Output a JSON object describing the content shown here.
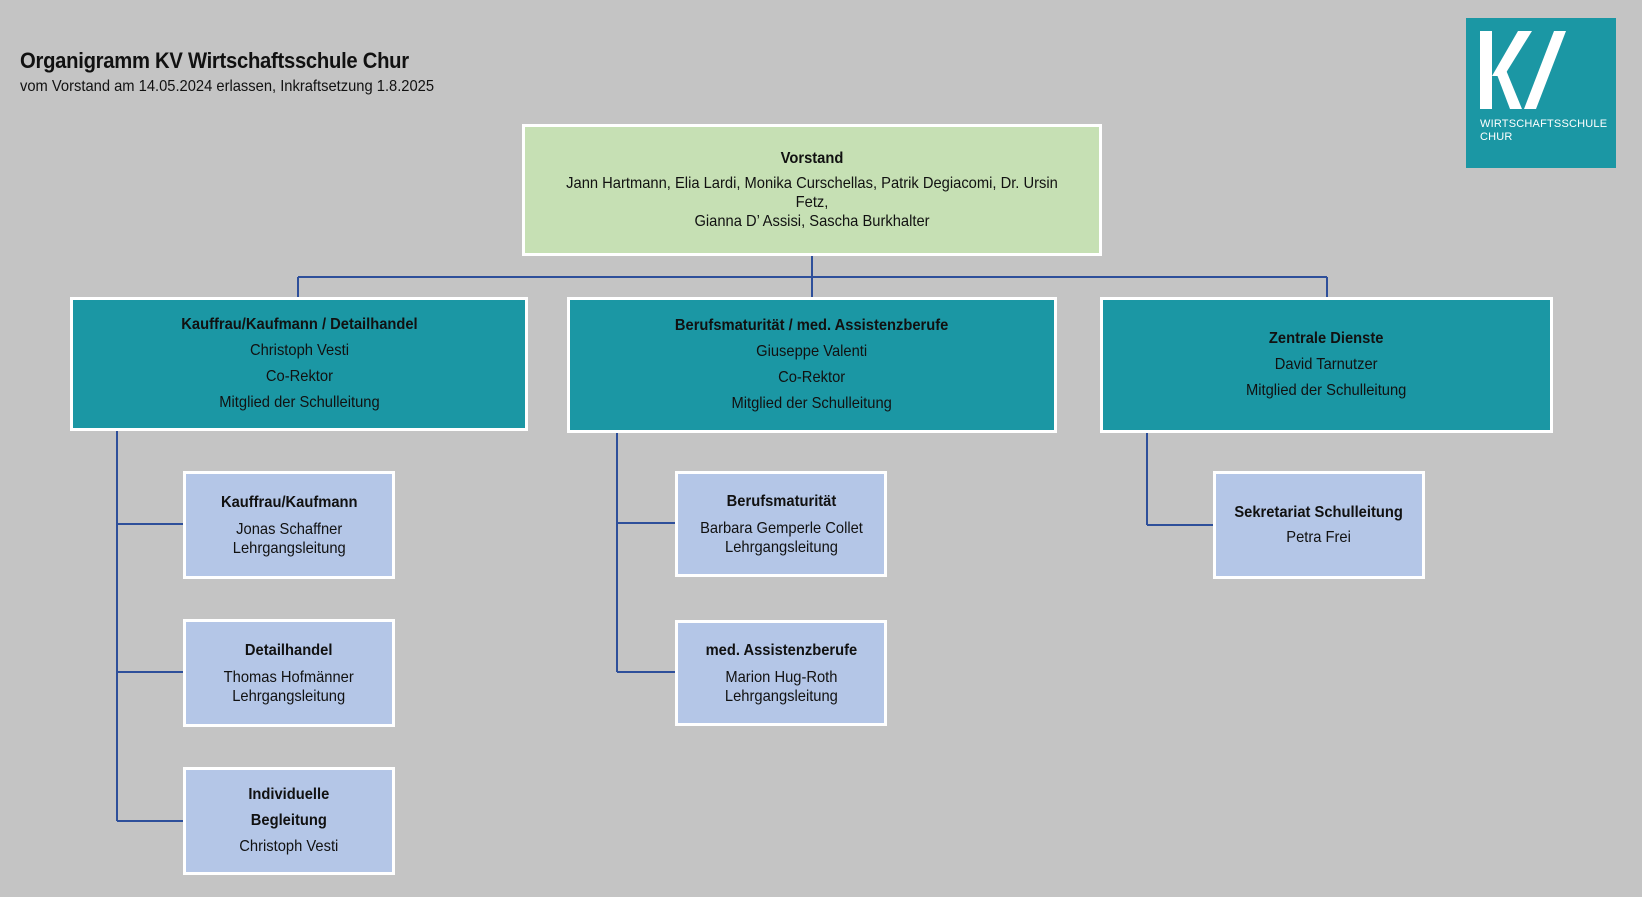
{
  "header": {
    "title": "Organigramm KV Wirtschaftsschule Chur",
    "subtitle": "vom Vorstand am 14.05.2024 erlassen, Inkraftsetzung 1.8.2025"
  },
  "logo": {
    "letters": "KV",
    "line1": "WIRTSCHAFTSSCHULE",
    "line2": "CHUR"
  },
  "colors": {
    "background": "#c4c4c4",
    "board": "#c6e0b4",
    "department": "#1b97a4",
    "unit": "#b4c6e7",
    "connector": "#2e4f9a"
  },
  "board": {
    "title": "Vorstand",
    "members_line1": "Jann Hartmann, Elia Lardi, Monika Curschellas, Patrik Degiacomi, Dr. Ursin Fetz,",
    "members_line2": "Gianna D’ Assisi, Sascha Burkhalter"
  },
  "departments": [
    {
      "title": "Kauffrau/Kaufmann / Detailhandel",
      "lines": [
        "Christoph Vesti",
        "Co-Rektor",
        "Mitglied der Schulleitung"
      ],
      "units": [
        {
          "title": "Kauffrau/Kaufmann",
          "lines": [
            "Jonas Schaffner",
            "Lehrgangsleitung"
          ]
        },
        {
          "title": "Detailhandel",
          "lines": [
            "Thomas Hofmänner",
            "Lehrgangsleitung"
          ]
        },
        {
          "title_line1": "Individuelle",
          "title_line2": "Begleitung",
          "lines": [
            "Christoph Vesti"
          ]
        }
      ]
    },
    {
      "title": "Berufsmaturität / med. Assistenzberufe",
      "lines": [
        "Giuseppe Valenti",
        "Co-Rektor",
        "Mitglied der Schulleitung"
      ],
      "units": [
        {
          "title": "Berufsmaturität",
          "lines": [
            "Barbara Gemperle Collet",
            "Lehrgangsleitung"
          ]
        },
        {
          "title": "med. Assistenzberufe",
          "lines": [
            "Marion Hug-Roth",
            "Lehrgangsleitung"
          ]
        }
      ]
    },
    {
      "title": "Zentrale Dienste",
      "lines": [
        "David Tarnutzer",
        "Mitglied der Schulleitung"
      ],
      "units": [
        {
          "title": "Sekretariat Schulleitung",
          "lines": [
            "Petra Frei"
          ]
        }
      ]
    }
  ]
}
